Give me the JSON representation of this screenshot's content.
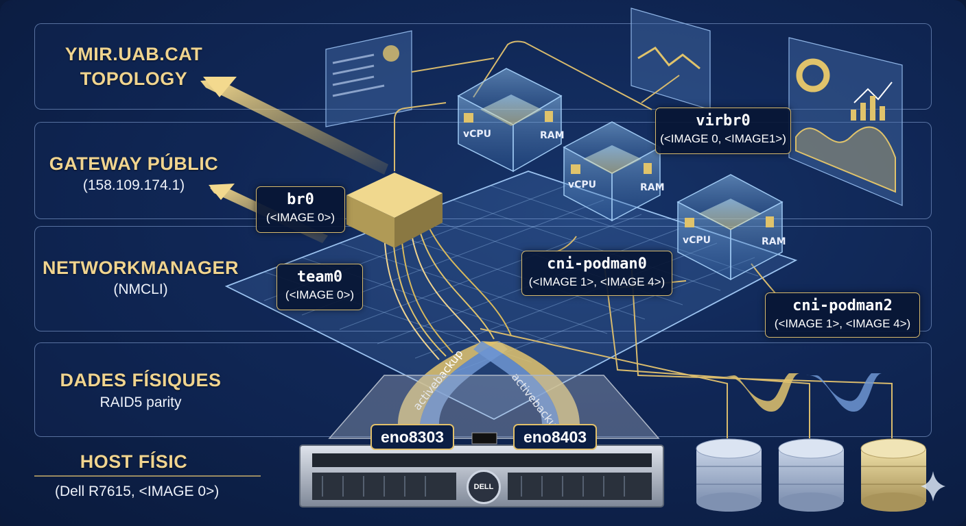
{
  "layers": [
    {
      "title_line1": "YMIR.UAB.CAT",
      "title_line2": "TOPOLOGY",
      "subtitle": ""
    },
    {
      "title": "GATEWAY PÚBLIC",
      "subtitle": "(158.109.174.1)"
    },
    {
      "title": "NETWORKMANAGER",
      "subtitle": "(NMCLI)"
    },
    {
      "title": "DADES FÍSIQUES",
      "subtitle": "RAID5 parity"
    },
    {
      "title": "HOST FÍSIC",
      "subtitle": "(Dell R7615, <IMAGE 0>)"
    }
  ],
  "nodes": {
    "br0": {
      "name": "br0",
      "detail": "(<IMAGE 0>)"
    },
    "team0": {
      "name": "team0",
      "detail": "(<IMAGE 0>)"
    },
    "virbr0": {
      "name": "virbr0",
      "detail": "(<IMAGE 0, <IMAGE1>)"
    },
    "cni_podman0": {
      "name": "cni-podman0",
      "detail": "(<IMAGE 1>, <IMAGE 4>)"
    },
    "cni_podman2": {
      "name": "cni-podman2",
      "detail": "(<IMAGE 1>, <IMAGE 4>)"
    }
  },
  "nics": [
    "eno8303",
    "eno8403"
  ],
  "vm_labels": {
    "cpu": "vCPU",
    "ram": "RAM"
  },
  "bond_mode": "activebackup",
  "host_brand": "DELL",
  "colors": {
    "accent": "#d9bb6d",
    "background": "#0f2552",
    "band_border": "#96b4e6",
    "cube": "#7fb0e0"
  }
}
